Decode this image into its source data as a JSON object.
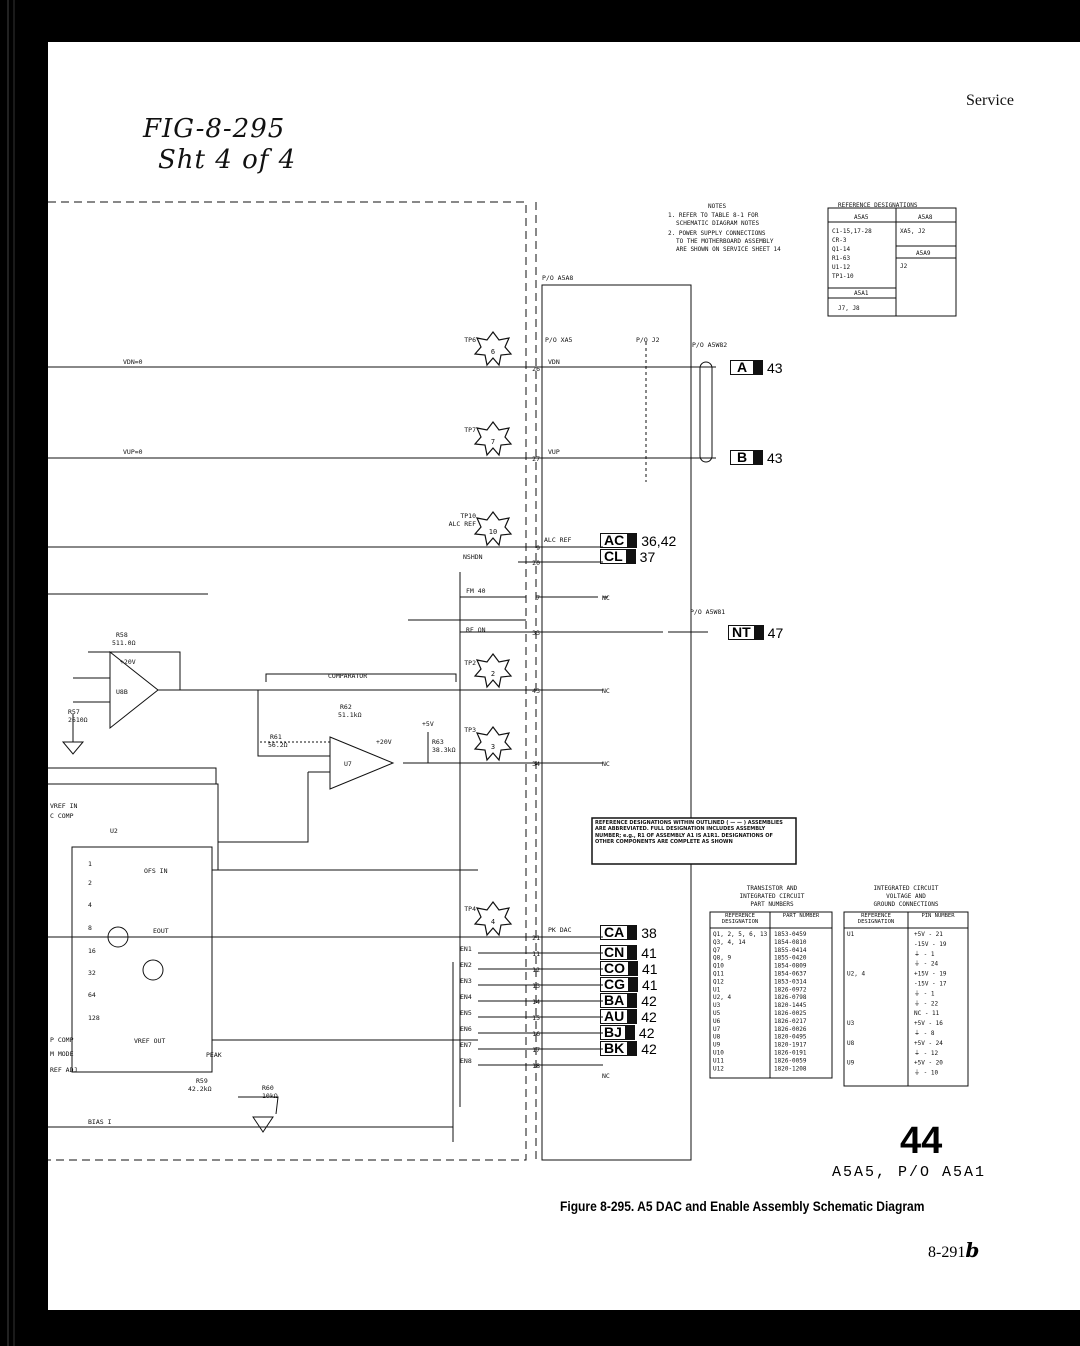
{
  "header": {
    "section": "Service",
    "handwritten_fig": "FIG-8-295",
    "handwritten_sheet": "Sht 4 of 4"
  },
  "notes": {
    "title": "NOTES",
    "items": [
      "1. REFER TO TABLE 8-1 FOR",
      "SCHEMATIC DIAGRAM NOTES",
      "2. POWER SUPPLY CONNECTIONS",
      "TO THE MOTHERBOARD ASSEMBLY",
      "ARE SHOWN ON SERVICE SHEET 14"
    ]
  },
  "ref_designations": {
    "title": "REFERENCE DESIGNATIONS",
    "col_a5a5": "A5A5",
    "col_a5a8": "A5A8",
    "a5a5_rows": [
      "C1-15,17-28",
      "CR-3",
      "Q1-14",
      "R1-63",
      "U1-12",
      "TP1-10"
    ],
    "a5a8_rows": [
      "XA5, J2"
    ],
    "a5a9": "A5A9",
    "a5a9_rows": [
      "J2"
    ],
    "a5a1": "A5A1",
    "a5a1_rows": [
      "J7, J8"
    ]
  },
  "boards": {
    "p_o_a5a8": "P/O A5A8",
    "p_o_xa5": "P/O XA5",
    "p_o_j2": "P/O J2",
    "p_o_a5w82": "P/O A5W82",
    "p_o_a5w81": "P/O A5W81"
  },
  "testpoints": [
    {
      "name": "TP6",
      "num": "6"
    },
    {
      "name": "TP7",
      "num": "7"
    },
    {
      "name": "TP10",
      "num": "10",
      "sub": "ALC REF"
    },
    {
      "name": "TP2",
      "num": "2"
    },
    {
      "name": "TP3",
      "num": "3"
    },
    {
      "name": "TP4",
      "num": "4"
    }
  ],
  "signals": {
    "vdn": "VDN=0",
    "vup": "VUP=0",
    "vdn_out": "VDN",
    "vup_out": "VUP",
    "alc_ref": "ALC REF",
    "nshdn": "NSHDN",
    "fm40": "FM 40",
    "rf_on": "RF ON",
    "pk_dac": "PK DAC",
    "nc": "NC",
    "comparator": "COMPARATOR",
    "bias": "BIAS I",
    "peak": "PEAK"
  },
  "offpage": [
    {
      "tag": "A",
      "ref": "43"
    },
    {
      "tag": "B",
      "ref": "43"
    },
    {
      "tag": "AC",
      "ref": "36,42"
    },
    {
      "tag": "CL",
      "ref": "37"
    },
    {
      "tag": "NT",
      "ref": "47"
    },
    {
      "tag": "CA",
      "ref": "38"
    },
    {
      "tag": "CN",
      "ref": "41"
    },
    {
      "tag": "CO",
      "ref": "41"
    },
    {
      "tag": "CG",
      "ref": "41"
    },
    {
      "tag": "BA",
      "ref": "42"
    },
    {
      "tag": "AU",
      "ref": "42"
    },
    {
      "tag": "BJ",
      "ref": "42"
    },
    {
      "tag": "BK",
      "ref": "42"
    }
  ],
  "pins": [
    "26",
    "27",
    "9",
    "20",
    "7",
    "33",
    "43",
    "34",
    "21",
    "11",
    "12",
    "13",
    "14",
    "15",
    "16",
    "17",
    "18"
  ],
  "enables": [
    "EN1",
    "EN2",
    "EN3",
    "EN4",
    "EN5",
    "EN6",
    "EN7",
    "EN8"
  ],
  "components": {
    "r58": "R58",
    "r58v": "511.0Ω",
    "r57": "R57",
    "r57v": "2610Ω",
    "u8b": "U8B",
    "r62": "R62",
    "r62v": "51.1kΩ",
    "r61": "R61",
    "r61v": "56.2Ω",
    "u7": "U7",
    "r63": "R63",
    "r63v": "38.3kΩ",
    "u2": "U2",
    "ofs_in": "OFS IN",
    "eout": "EOUT",
    "vref_out": "VREF OUT",
    "r59": "R59",
    "r59v": "42.2kΩ",
    "r60": "R60",
    "r60v": "10kΩ",
    "p20v": "+20V",
    "p5v": "+5V",
    "vref_in": "VREF IN",
    "dac_comp": "C COMP",
    "comp": "P COMP",
    "mode": "M MODE",
    "ref_adj": "REF ADJ",
    "dac_pins": [
      "1",
      "2",
      "4",
      "8",
      "16",
      "32",
      "64",
      "128"
    ]
  },
  "boxnote": "REFERENCE DESIGNATIONS WITHIN OUTLINED ( — — ) ASSEMBLIES ARE ABBREVIATED. FULL DESIGNATION INCLUDES ASSEMBLY NUMBER; e.g., R1 OF ASSEMBLY A1 IS A1R1. DESIGNATIONS OF OTHER COMPONENTS ARE COMPLETE AS SHOWN",
  "transistor_table": {
    "title": [
      "TRANSISTOR AND",
      "INTEGRATED CIRCUIT",
      "PART NUMBERS"
    ],
    "headers": [
      "REFERENCE DESIGNATION",
      "PART NUMBER"
    ],
    "rows": [
      [
        "Q1, 2, 5, 6, 13",
        "1853-0459"
      ],
      [
        "Q3, 4, 14",
        "1854-0810"
      ],
      [
        "Q7",
        "1855-0414"
      ],
      [
        "Q8, 9",
        "1855-0420"
      ],
      [
        "Q10",
        "1854-0809"
      ],
      [
        "Q11",
        "1854-0637"
      ],
      [
        "Q12",
        "1853-0314"
      ],
      [
        "U1",
        "1826-0972"
      ],
      [
        "U2, 4",
        "1826-0798"
      ],
      [
        "U3",
        "1820-1445"
      ],
      [
        "U5",
        "1826-0025"
      ],
      [
        "U6",
        "1826-0217"
      ],
      [
        "U7",
        "1826-0026"
      ],
      [
        "U8",
        "1820-0495"
      ],
      [
        "U9",
        "1820-1917"
      ],
      [
        "U10",
        "1826-0191"
      ],
      [
        "U11",
        "1826-0059"
      ],
      [
        "U12",
        "1820-1208"
      ]
    ]
  },
  "ic_table": {
    "title": [
      "INTEGRATED CIRCUIT",
      "VOLTAGE AND",
      "GROUND CONNECTIONS"
    ],
    "headers": [
      "REFERENCE DESIGNATION",
      "PIN NUMBER"
    ],
    "rows": [
      [
        "U1",
        "+5V - 21"
      ],
      [
        "",
        "-15V - 19"
      ],
      [
        "",
        "⏚ - 1"
      ],
      [
        "",
        "⏚ - 24"
      ],
      [
        "U2, 4",
        "+15V - 19"
      ],
      [
        "",
        "-15V - 17"
      ],
      [
        "",
        "⏚ - 1"
      ],
      [
        "",
        "⏚ - 22"
      ],
      [
        "",
        "NC - 11"
      ],
      [
        "U3",
        "+5V - 16"
      ],
      [
        "",
        "⏚ - 8"
      ],
      [
        "U8",
        "+5V - 24"
      ],
      [
        "",
        "⏚ - 12"
      ],
      [
        "U9",
        "+5V - 20"
      ],
      [
        "",
        "⏚ - 10"
      ]
    ]
  },
  "footer": {
    "sheet": "44",
    "assembly": "A5A5, P/O A5A1",
    "caption": "Figure 8-295. A5 DAC and Enable Assembly Schematic Diagram",
    "page": "8-291",
    "page_suffix": "b"
  }
}
